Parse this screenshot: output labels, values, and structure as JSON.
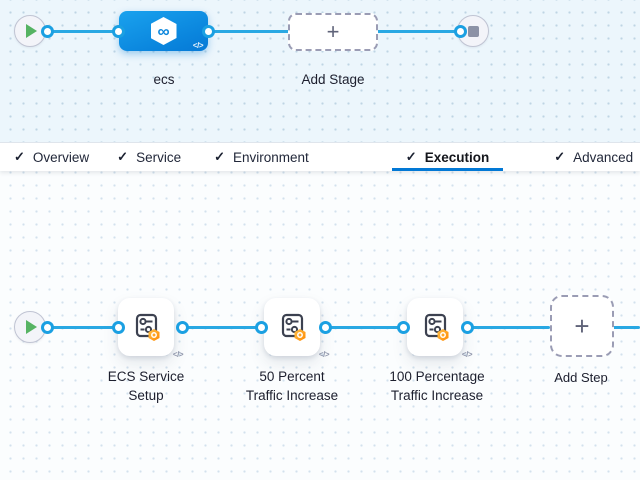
{
  "icons": {
    "check": "✓",
    "plus": "+",
    "code": "</>",
    "infinity": "∞"
  },
  "stage_pipeline": {
    "stage": {
      "label": "ecs"
    },
    "add_stage": {
      "label": "Add Stage"
    }
  },
  "tabs": [
    {
      "label": "Overview",
      "checked": true,
      "active": false
    },
    {
      "label": "Service",
      "checked": true,
      "active": false
    },
    {
      "label": "Environment",
      "checked": true,
      "active": false
    },
    {
      "label": "Execution",
      "checked": true,
      "active": true
    },
    {
      "label": "Advanced",
      "checked": true,
      "active": false
    }
  ],
  "execution": {
    "steps": [
      {
        "label": "ECS Service Setup",
        "label_lines": [
          "ECS Service",
          "Setup"
        ]
      },
      {
        "label": "50 Percent Traffic Increase",
        "label_lines": [
          "50 Percent",
          "Traffic Increase"
        ]
      },
      {
        "label": "100 Percentage Traffic Increase",
        "label_lines": [
          "100 Percentage",
          "Traffic Increase"
        ]
      }
    ],
    "add_step": {
      "label": "Add Step"
    }
  },
  "colors": {
    "connector": "#29a8e3",
    "accent": "#0278d5",
    "stage_blue": "#0a85dd",
    "badge_orange": "#ff8800",
    "play_green": "#56b363",
    "canvas_top_bg": "#ecf6fc",
    "canvas_bottom_bg": "#fbfdfe"
  }
}
